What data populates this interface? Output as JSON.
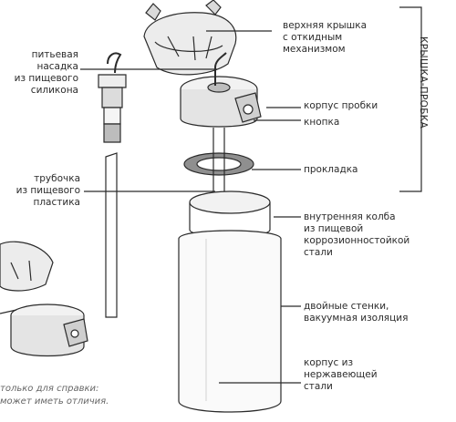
{
  "labels": {
    "top_lid": "верхняя крышка\nс откидным\nмеханизмом",
    "mouthpiece": "питьевая\nнасадка\nиз пищевого\nсиликона",
    "cap_body": "корпус пробки",
    "button": "кнопка",
    "gasket": "прокладка",
    "straw": "трубочка\nиз пищевого\nпластика",
    "inner_flask": "внутренняя колба\nиз пищевой\nкоррозионностойкой\nстали",
    "double_walls": "двойные стенки,\nвакуумная изоляция",
    "outer_body": "корпус из\nнержавеющей\nстали",
    "group_title": "КРЫШКА-ПРОБКА"
  },
  "note": "только для справки:\nможет иметь отличия.",
  "colors": {
    "line": "#2b2b2b",
    "fill_dark": "#9a9a9a",
    "fill_light": "#e6e6e6",
    "fill_mid": "#c8c8c8"
  }
}
